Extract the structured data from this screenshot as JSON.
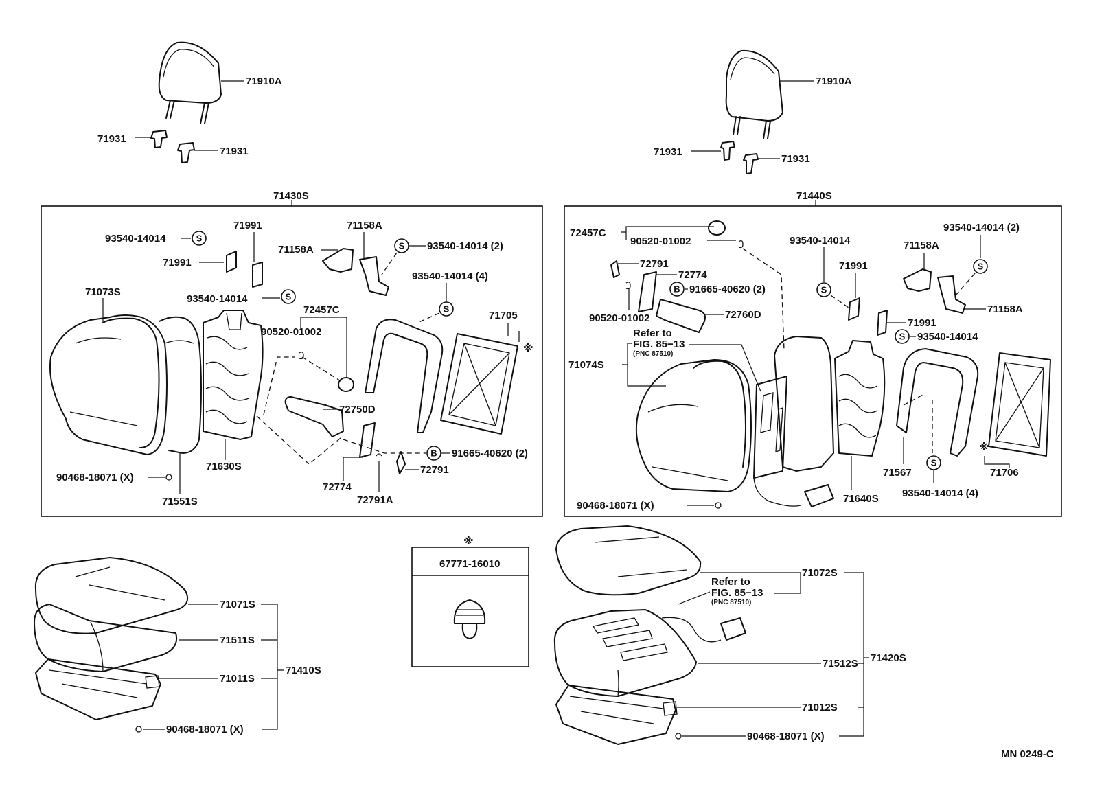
{
  "diagram": {
    "figure_code": "MN 0249-C",
    "note_symbol": "※",
    "refer_to": {
      "line1": "Refer to",
      "line2": "FIG. 85−13",
      "line3": "(PNC 87510)"
    },
    "left_headrest": {
      "headrest": "71910A",
      "support_a": "71931",
      "support_b": "71931"
    },
    "right_headrest": {
      "headrest": "71910A",
      "support_a": "71931",
      "support_b": "71931"
    },
    "left_seatback": {
      "assembly": "71430S",
      "cover": "71073S",
      "pad": "71551S",
      "frame": "71630S",
      "screw_a": "93540-14014",
      "screw_b": "93540-14014",
      "screw_c": "93540-14014 (2)",
      "screw_d": "93540-14014 (4)",
      "guide_a": "71991",
      "guide_b": "71991",
      "bracket_a": "71158A",
      "bracket_b": "71158A",
      "knob_group": "72457C",
      "pin": "90520-01002",
      "lever": "72750D",
      "plate": "72774",
      "spring": "72791",
      "spring_a": "72791A",
      "bolt": "91665-40620 (2)",
      "board": "71705",
      "hog_ring": "90468-18071 (X)"
    },
    "right_seatback": {
      "assembly": "71440S",
      "cover": "71074S",
      "frame": "71640S",
      "pad": "71567",
      "board": "71706",
      "knob_group": "72457C",
      "pin_a": "90520-01002",
      "pin_b": "90520-01002",
      "spring": "72791",
      "plate": "72774",
      "bolt": "91665-40620 (2)",
      "lever": "72760D",
      "screw_a": "93540-14014",
      "screw_b": "93540-14014 (2)",
      "screw_c": "93540-14014",
      "screw_d": "93540-14014 (4)",
      "guide_a": "71991",
      "guide_b": "71991",
      "bracket_a": "71158A",
      "bracket_b": "71158A",
      "hog_ring": "90468-18071 (X)"
    },
    "clip_box": {
      "part": "67771-16010"
    },
    "left_cushion": {
      "assembly": "71410S",
      "cover": "71071S",
      "pad": "71511S",
      "frame": "71011S",
      "hog_ring": "90468-18071 (X)"
    },
    "right_cushion": {
      "assembly": "71420S",
      "cover": "71072S",
      "pad": "71512S",
      "frame": "71012S",
      "hog_ring": "90468-18071 (X)"
    },
    "symbols": {
      "screw": "S",
      "bolt": "B"
    }
  }
}
